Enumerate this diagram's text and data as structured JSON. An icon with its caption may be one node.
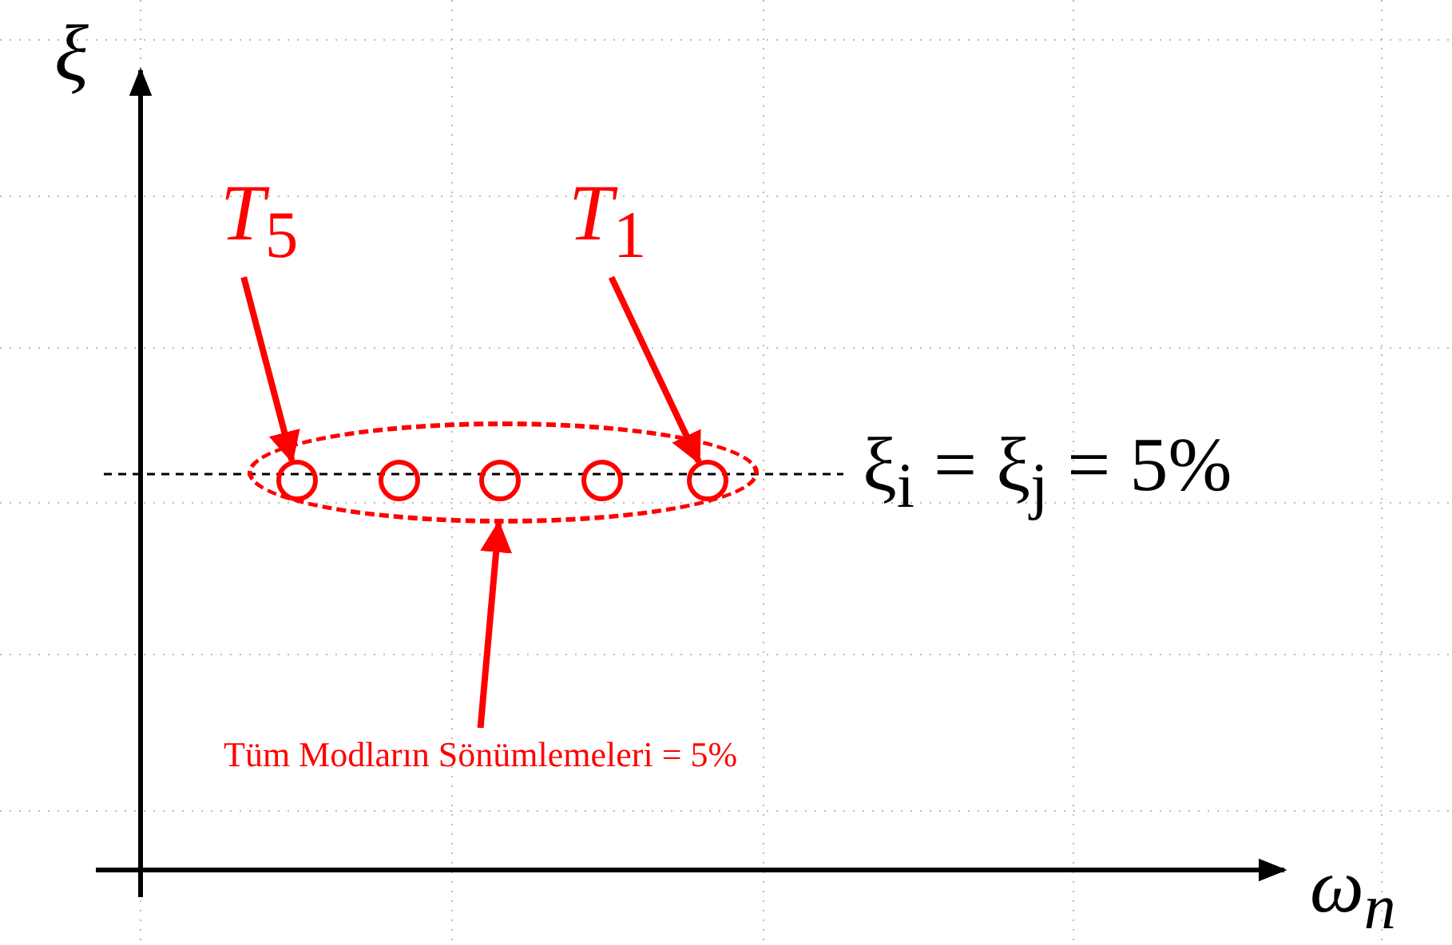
{
  "diagram": {
    "nodes": [
      {
        "text": [],
        "shape": "ellipse"
      },
      {
        "text": [],
        "shape": "circle",
        "in": 0
      },
      {
        "text": [],
        "shape": "circle",
        "in": 0
      },
      {
        "text": [],
        "shape": "circle",
        "in": 0
      },
      {
        "text": [],
        "shape": "circle",
        "in": 0
      },
      {
        "text": [],
        "shape": "circle",
        "in": 0
      },
      {
        "text": [
          "*T*$_{5}$"
        ]
      },
      {
        "text": [
          "*T*$_{1}$"
        ]
      },
      {
        "text": [
          "Tüm Modların Sönümlemeleri = 5%"
        ]
      }
    ],
    "edges": [
      {
        "from": 6,
        "to": 1,
        "arrow": "to"
      },
      {
        "from": 7,
        "to": 5,
        "arrow": "to"
      },
      {
        "from": 8,
        "to": 0,
        "arrow": "to"
      }
    ],
    "labels": [
      "ξ",
      "ω$_{n}$",
      "ξ$_{i}$ = ξ$_{j}$ = 5%"
    ]
  }
}
